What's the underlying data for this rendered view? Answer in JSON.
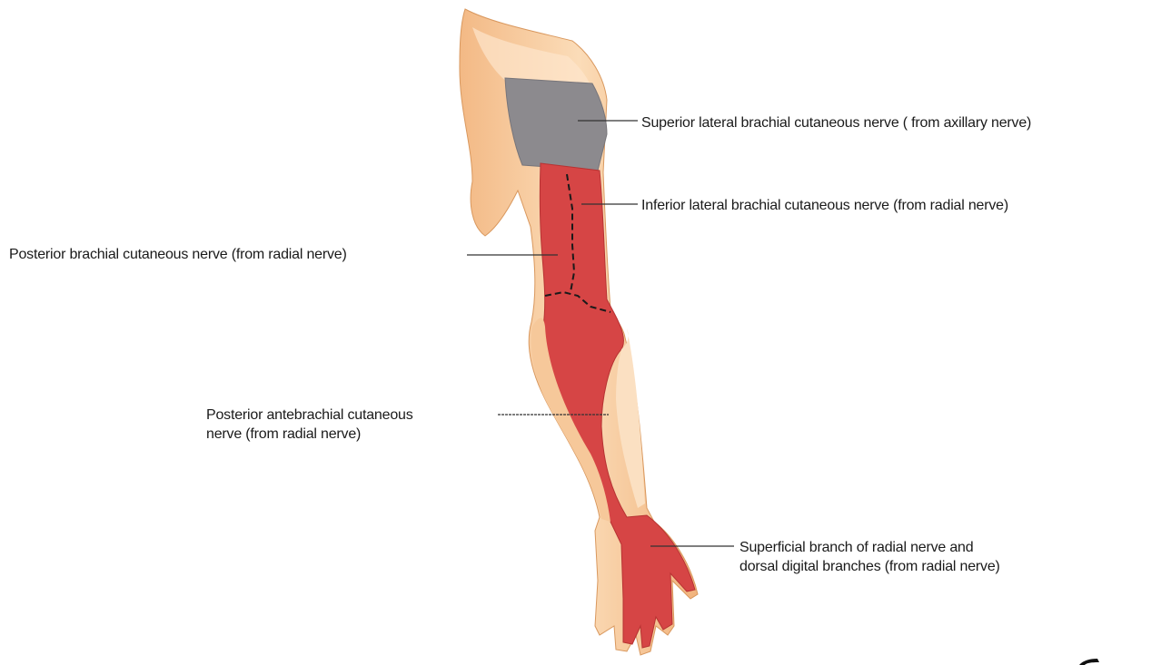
{
  "labels": {
    "superior_lateral": "Superior lateral brachial cutaneous nerve ( from axillary nerve)",
    "inferior_lateral": "Inferior lateral brachial cutaneous nerve (from radial nerve)",
    "posterior_brachial": "Posterior brachial cutaneous nerve (from radial nerve)",
    "posterior_antebrachial": {
      "line1": "Posterior antebrachial cutaneous",
      "line2": "nerve (from radial nerve)"
    },
    "superficial_branch": {
      "line1": "Superficial branch of radial nerve and",
      "line2": "dorsal digital branches (from radial nerve)"
    }
  },
  "colors": {
    "skin": "#f6c89a",
    "skin_light": "#fbe0c2",
    "skin_shadow": "#e8a872",
    "radial_region": "#d64545",
    "radial_region_dark": "#b73232",
    "axillary_region": "#8c8a8e",
    "leader_line": "#333333"
  }
}
